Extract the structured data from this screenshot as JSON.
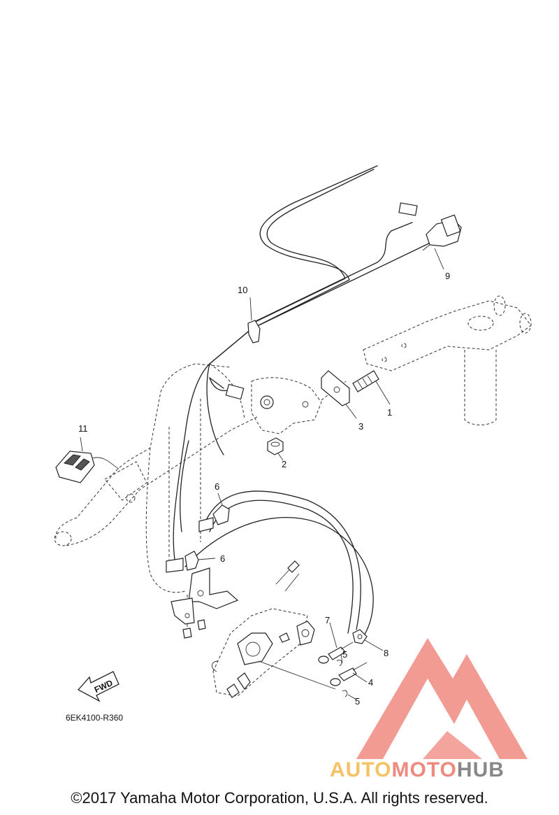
{
  "diagram": {
    "callouts": [
      "1",
      "2",
      "3",
      "4",
      "5",
      "5",
      "6",
      "6",
      "7",
      "8",
      "9",
      "10",
      "11"
    ],
    "fwd_label": "FWD",
    "drawing_code": "6EK4100-R360"
  },
  "watermark": {
    "part1": "AUTO",
    "part2": "MOTO",
    "part3": "HUB",
    "colors": {
      "auto": "#f5c266",
      "moto": "#f08a80",
      "hub": "#888888",
      "logo": "#f08a80"
    }
  },
  "footer": {
    "copyright": "©2017 Yamaha Motor Corporation, U.S.A. All rights reserved."
  }
}
